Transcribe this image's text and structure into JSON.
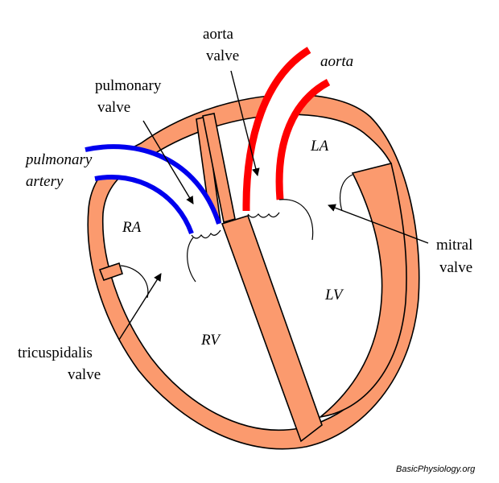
{
  "colors": {
    "muscle": "#fb9a6e",
    "outline": "#000000",
    "aorta": "#ff0000",
    "pulmonary": "#0000ee"
  },
  "labels": {
    "aorta_valve_1": "aorta",
    "aorta_valve_2": "valve",
    "aorta": "aorta",
    "pulmonary_valve_1": "pulmonary",
    "pulmonary_valve_2": "valve",
    "pulmonary_artery_1": "pulmonary",
    "pulmonary_artery_2": "artery",
    "la": "LA",
    "ra": "RA",
    "lv": "LV",
    "rv": "RV",
    "mitral_1": "mitral",
    "mitral_2": "valve",
    "tricuspid_1": "tricuspidalis",
    "tricuspid_2": "valve"
  },
  "credit": "BasicPhysiology.org"
}
